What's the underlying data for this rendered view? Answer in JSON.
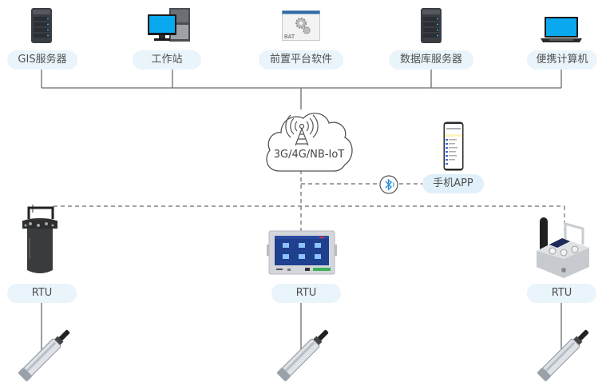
{
  "top_nodes": [
    {
      "label": "GIS服务器",
      "icon": "server-icon"
    },
    {
      "label": "工作站",
      "icon": "desktop-computer-icon"
    },
    {
      "label": "前置平台软件",
      "icon": "bat-software-icon"
    },
    {
      "label": "数据库服务器",
      "icon": "server-icon"
    },
    {
      "label": "便携计算机",
      "icon": "laptop-icon"
    }
  ],
  "network": {
    "label": "3G/4G/NB-IoT",
    "icon": "cell-tower-cloud-icon"
  },
  "mobile": {
    "label": "手机APP",
    "icon": "smartphone-icon",
    "link_icon": "bluetooth-icon"
  },
  "rtus": [
    {
      "label": "RTU",
      "icon": "cylindrical-rtu-icon"
    },
    {
      "label": "RTU",
      "icon": "touchscreen-rtu-icon"
    },
    {
      "label": "RTU",
      "icon": "compact-box-rtu-icon"
    }
  ],
  "sensors": [
    {
      "icon": "water-quality-probe-icon"
    },
    {
      "icon": "water-quality-probe-icon"
    },
    {
      "icon": "water-quality-probe-icon"
    }
  ],
  "colors": {
    "pill_bg": "#eaf4fb",
    "line": "#666666",
    "bluetooth": "#2a8fd6",
    "screen_blue": "#1da1f2"
  }
}
